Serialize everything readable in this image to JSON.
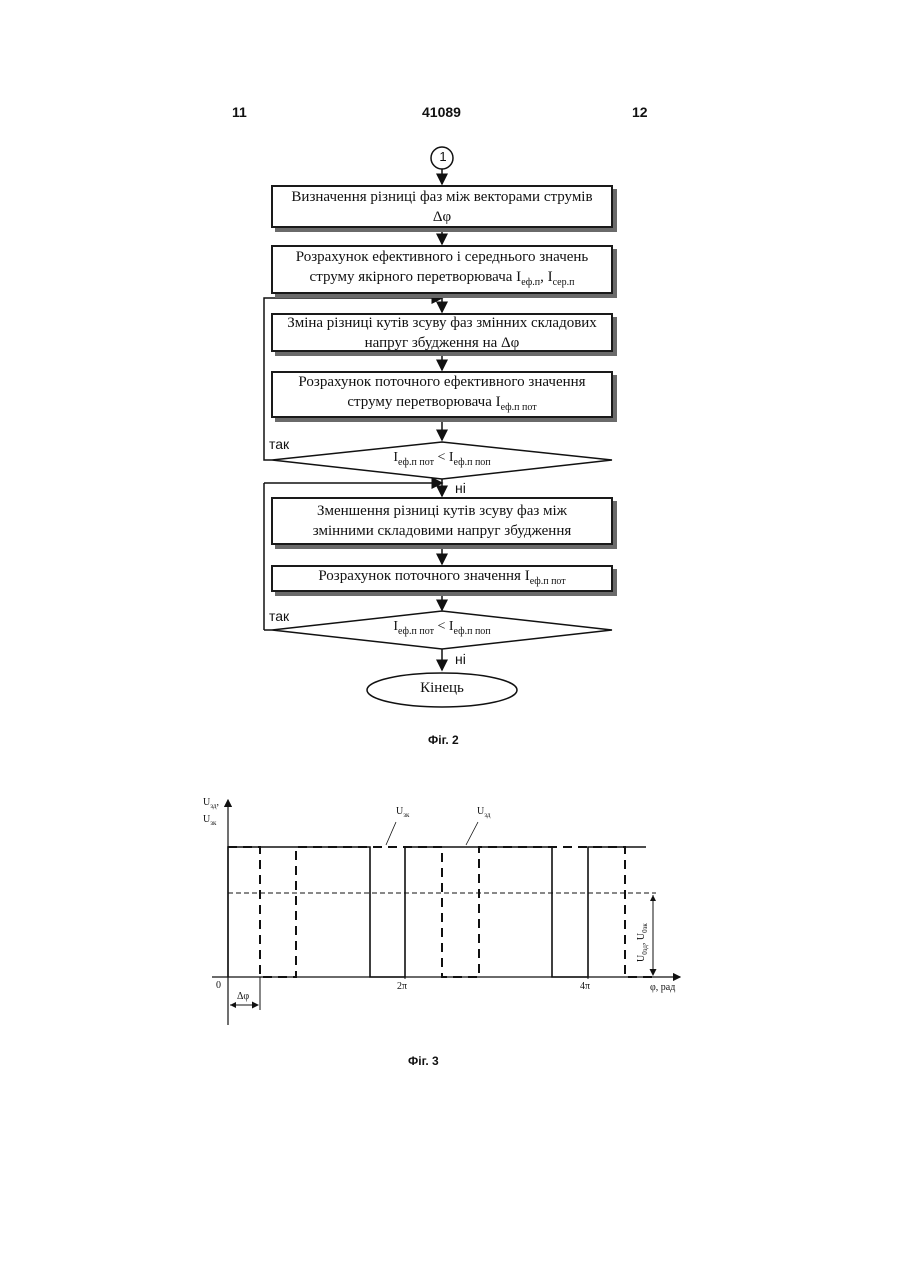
{
  "header": {
    "page_left": "11",
    "patent_number": "41089",
    "page_right": "12"
  },
  "flowchart": {
    "connector": "1",
    "box1": {
      "line1": "Визначення різниці фаз між векторами струмів",
      "line2": "Δφ"
    },
    "box2": {
      "line1": "Розрахунок ефективного і середнього значень",
      "line2_text": "струму якірного перетворювача I",
      "line2_sub1": "еф.п",
      "line2_mid": ", I",
      "line2_sub2": "сер.п"
    },
    "box3": {
      "line1": "Зміна різниці кутів зсуву фаз змінних складових",
      "line2": "напруг збудження на Δφ"
    },
    "box4": {
      "line1": "Розрахунок поточного ефективного значення",
      "line2_text": "струму перетворювача I",
      "line2_sub": "еф.п пот"
    },
    "decision1": {
      "a": "I",
      "a_sub": "еф.п пот",
      "op": " < I",
      "b_sub": "еф.п поп",
      "yes": "так",
      "no": "ні"
    },
    "box5": {
      "line1": "Зменшення різниці кутів зсуву фаз між",
      "line2": "змінними складовими напруг збудження"
    },
    "box6": {
      "text": "Розрахунок поточного значення I",
      "sub": "еф.п пот"
    },
    "decision2": {
      "a": "I",
      "a_sub": "еф.п пот",
      "op": " < I",
      "b_sub": "еф.п поп",
      "yes": "так",
      "no": "ні"
    },
    "end": "Кінець"
  },
  "fig2_caption": "Фіг. 2",
  "fig3": {
    "y_axis_label_1": "U",
    "y_axis_label_1_sub": "зд",
    "y_axis_label_1_tail": ",",
    "y_axis_label_2": "U",
    "y_axis_label_2_sub": "зк",
    "origin": "0",
    "tick_2pi": "2π",
    "tick_4pi": "4π",
    "x_axis_label": "φ, рад",
    "delta_phi": "Δφ",
    "curve_label_zk": "U",
    "curve_label_zk_sub": "зк",
    "curve_label_zd": "U",
    "curve_label_zd_sub": "зд",
    "right_label": "U",
    "right_label_sub1": "0зд",
    "right_label_mid": ", U",
    "right_label_sub2": "0зк"
  },
  "fig3_caption": "Фіг. 3"
}
